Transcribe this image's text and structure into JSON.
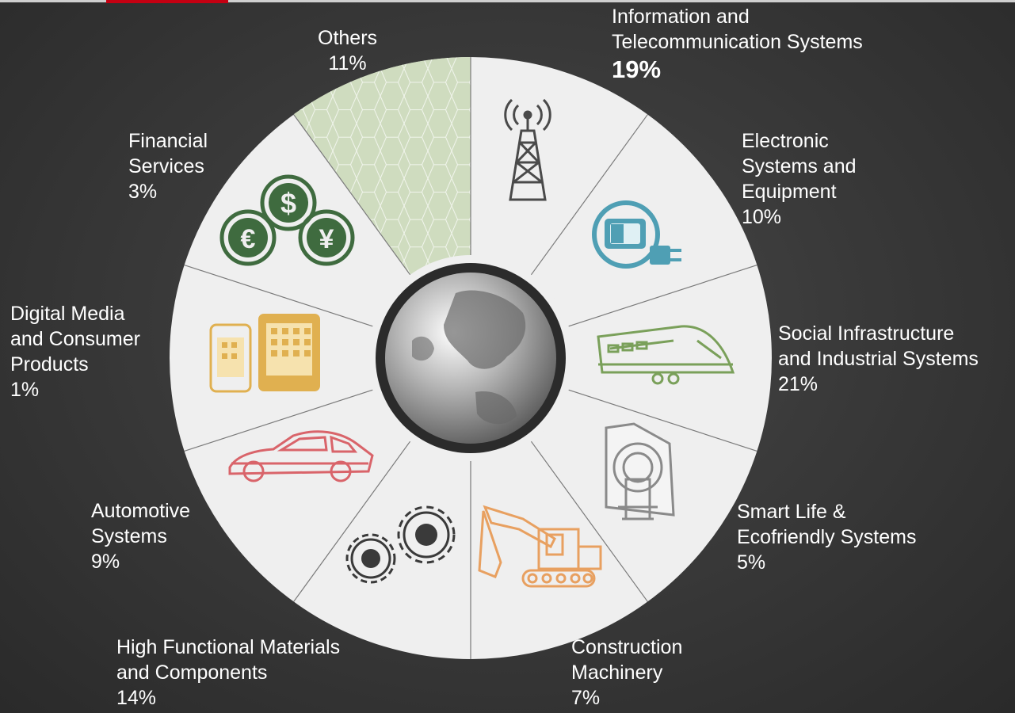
{
  "colors": {
    "background": "#3a3a3a",
    "wheel": "#efefef",
    "divider": "#7a7a7a",
    "others_fill": "#cfdcbf",
    "hub_ring": "#2b2b2b",
    "accent": "#c40012"
  },
  "chart_data": {
    "type": "pie",
    "slices": [
      {
        "label": "Information and\nTelecommunication Systems",
        "percent": "19%",
        "value": 19,
        "icon": "radio-tower-icon",
        "icon_color": "#4a4a4a"
      },
      {
        "label": "Electronic\nSystems and\nEquipment",
        "percent": "10%",
        "value": 10,
        "icon": "battery-plug-icon",
        "icon_color": "#4f9fb4"
      },
      {
        "label": "Social Infrastructure\nand Industrial Systems",
        "percent": "21%",
        "value": 21,
        "icon": "train-icon",
        "icon_color": "#7aa05a"
      },
      {
        "label": "Smart Life &\nEcofriendly Systems",
        "percent": "5%",
        "value": 5,
        "icon": "mri-scanner-icon",
        "icon_color": "#8a8a8a"
      },
      {
        "label": "Construction\nMachinery",
        "percent": "7%",
        "value": 7,
        "icon": "excavator-icon",
        "icon_color": "#e8a060"
      },
      {
        "label": "High Functional Materials\nand Components",
        "percent": "14%",
        "value": 14,
        "icon": "gears-icon",
        "icon_color": "#3a3a3a"
      },
      {
        "label": "Automotive\nSystems",
        "percent": "9%",
        "value": 9,
        "icon": "car-icon",
        "icon_color": "#d9646a"
      },
      {
        "label": "Digital Media\nand Consumer\nProducts",
        "percent": "1%",
        "value": 1,
        "icon": "tablet-phone-icon",
        "icon_color": "#e0b050"
      },
      {
        "label": "Financial\nServices",
        "percent": "3%",
        "value": 3,
        "icon": "currency-coins-icon",
        "icon_color": "#3f6b3f"
      },
      {
        "label": "Others",
        "percent": "11%",
        "value": 11,
        "icon": "hexagon-pattern-icon",
        "icon_color": "#cfdcbf"
      }
    ]
  }
}
